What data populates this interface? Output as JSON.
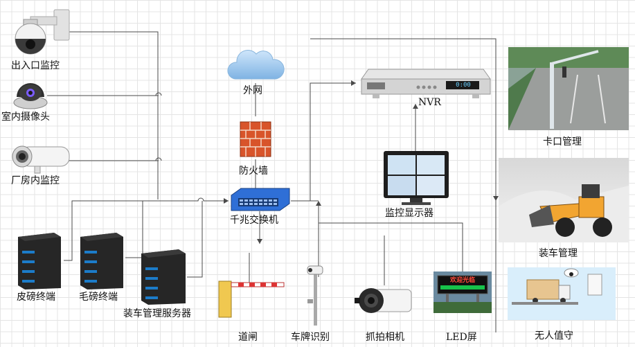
{
  "labels": {
    "entrance_camera": "出入口监控",
    "indoor_camera": "室内摄像头",
    "factory_camera": "厂房内监控",
    "internet": "外网",
    "firewall": "防火墙",
    "switch": "千兆交换机",
    "nvr": "NVR",
    "monitor_display": "监控显示器",
    "checkpoint": "卡口管理",
    "loader": "装车管理",
    "unattended": "无人值守",
    "weighbridge_terminal": "皮磅终端",
    "gross_weight_terminal": "毛磅终端",
    "loading_server": "装车管理服务器",
    "barrier_gate": "道闸",
    "plate_recognition": "车牌识别",
    "capture_camera": "抓拍相机",
    "led_screen": "LED屏"
  },
  "nvr_display": "0:00",
  "led_screen_text": "欢迎光临",
  "colors": {
    "wire": "#4a4a4a",
    "switch_blue": "#2f6fd6",
    "firewall_red": "#d8542a",
    "cloud_blue": "#9cc8ee"
  }
}
